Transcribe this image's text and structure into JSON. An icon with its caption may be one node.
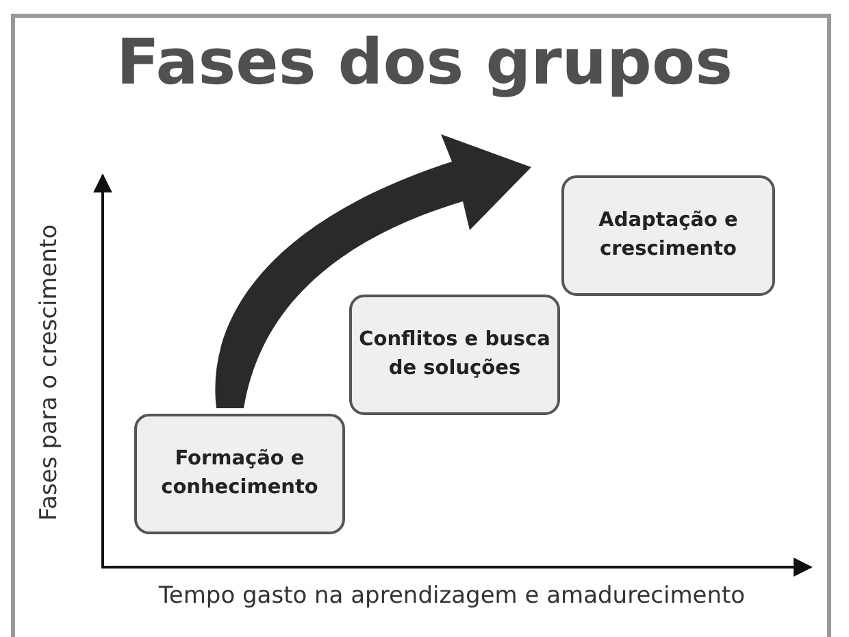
{
  "diagram": {
    "title": "Fases dos grupos",
    "nodes": [
      {
        "text": [
          "Formação e conhecimento"
        ]
      },
      {
        "text": [
          "Conflitos e busca de soluções"
        ]
      },
      {
        "text": [
          "Adaptação e crescimento"
        ]
      }
    ],
    "labels": [
      "Fases para o crescimento",
      "Tempo gasto na aprendizagem e amadurecimento"
    ]
  }
}
